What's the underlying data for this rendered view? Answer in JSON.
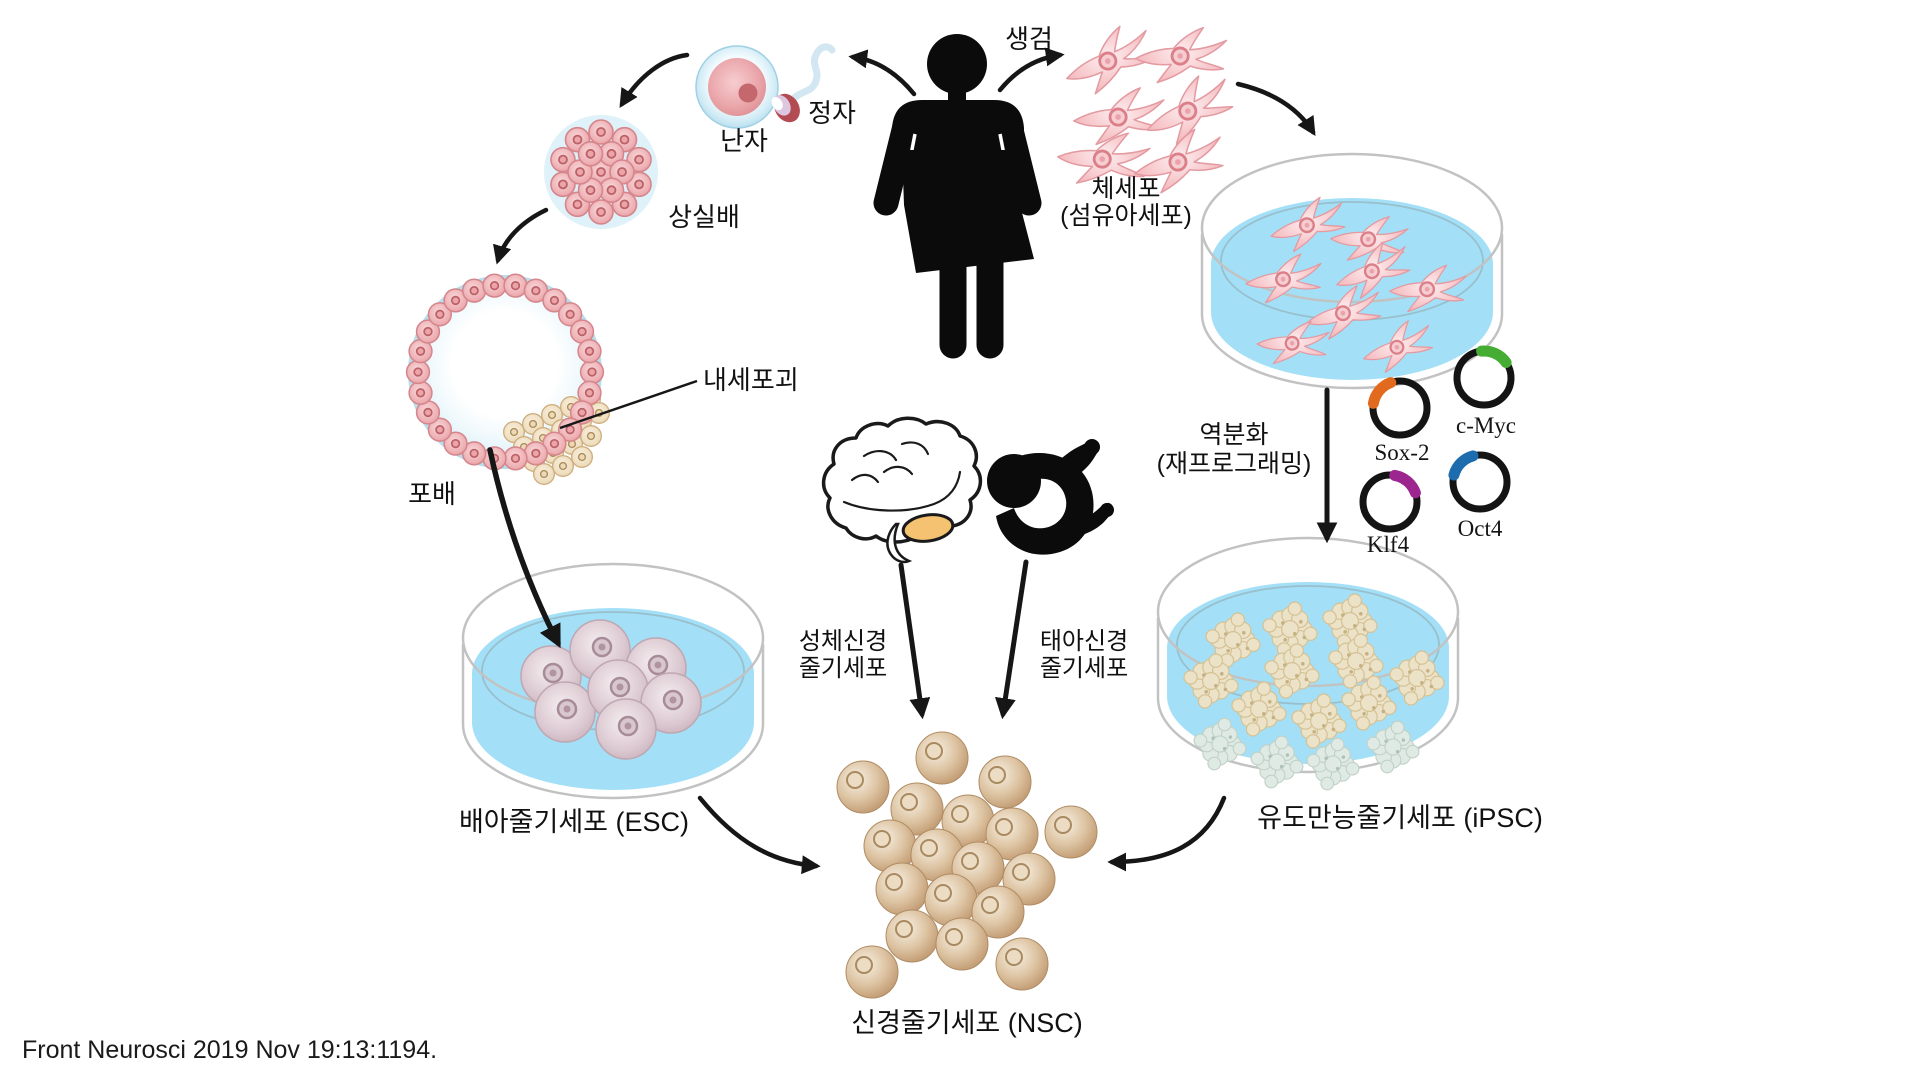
{
  "figure": {
    "description_type": "stem-cell-derivation-diagram",
    "citation": "Front Neurosci  2019 Nov 19:13:1194."
  },
  "labels": {
    "biopsy": "생검",
    "egg": "난자",
    "sperm": "정자",
    "morula": "상실배",
    "blastocyst": "포배",
    "inner_cell_mass": "내세포괴",
    "somatic": {
      "line1": "체세포",
      "line2": "(섬유아세포)"
    },
    "reprogramming": {
      "line1": "역분화",
      "line2": "(재프로그래밍)"
    },
    "adult_nsc": {
      "line1": "성체신경",
      "line2": "줄기세포"
    },
    "fetal_nsc": {
      "line1": "태아신경",
      "line2": "줄기세포"
    },
    "esc": "배아줄기세포 (ESC)",
    "ipsc": "유도만능줄기세포 (iPSC)",
    "nsc": "신경줄기세포 (NSC)"
  },
  "plasmids": [
    {
      "name": "Sox-2",
      "insert_color": "#e26a1e"
    },
    {
      "name": "c-Myc",
      "insert_color": "#45ad33"
    },
    {
      "name": "Klf4",
      "insert_color": "#9c2590"
    },
    {
      "name": "Oct4",
      "insert_color": "#1d6cad"
    }
  ],
  "icons": {
    "human": "female-silhouette",
    "brain": "brain-outline-with-cerebellum",
    "fetus": "fetus-silhouette",
    "egg": "egg-cell",
    "sperm": "sperm-cell",
    "dish": "petri-dish",
    "plasmid": "plasmid-ring"
  },
  "colors": {
    "dish_liquid": "#a3e0f7",
    "arrow": "#161616",
    "plasmid_ring": "#141414",
    "cerebellum": "#f5c272",
    "silhouette": "#0b0b0b",
    "fibroblast": "#f3b3b8",
    "morula_cell": "#eeafb3",
    "icm_cell": "#eedec0",
    "esc_cell": "#d5c2ca",
    "nsc_cell": "#c79f78",
    "ipsc_colony": "#ebe2c8",
    "ipsc_colony_pale": "#e0eae4"
  }
}
